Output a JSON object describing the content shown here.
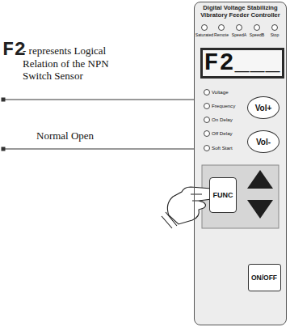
{
  "diagram": {
    "nodes": [
      {
        "text": [
          "Digital Voltage Stabilizing Vibratory Feeder Controller"
        ]
      },
      {
        "text": [
          "F2___"
        ],
        "in": 0
      },
      {
        "text": [
          "Vol+"
        ],
        "in": 0
      },
      {
        "text": [
          "Vol-"
        ],
        "in": 0
      },
      {
        "text": [
          "FUNC"
        ],
        "in": 0
      },
      {
        "text": [
          "ON/OFF"
        ],
        "in": 0
      }
    ],
    "labels": [
      "F2",
      "- represents Logical Relation of the NPN Switch Sensor",
      "Normal Open",
      "Saturated",
      "Remote",
      "SpeedA",
      "SpeedB",
      "Stop",
      "Voltage",
      "Frequency",
      "On Delay",
      "Off Delay",
      "Soft Start"
    ]
  }
}
